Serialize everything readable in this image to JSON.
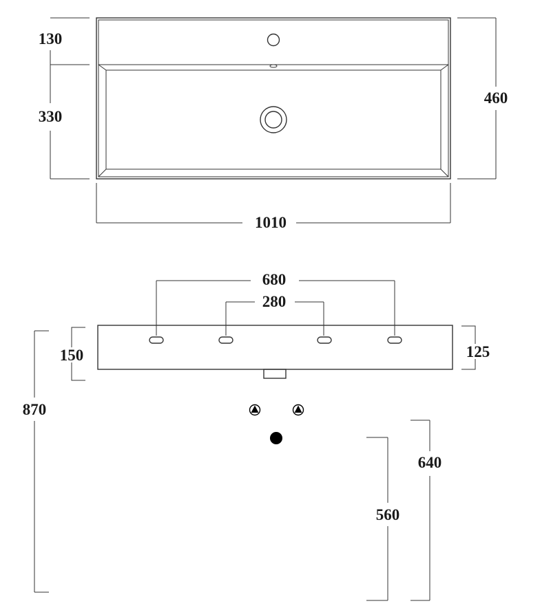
{
  "top_view": {
    "dimensions": {
      "deck_depth": "130",
      "bowl_depth": "330",
      "total_depth": "460",
      "total_width": "1010"
    }
  },
  "front_view": {
    "dimensions": {
      "outer_spacing": "680",
      "inner_spacing": "280",
      "basin_height": "150",
      "right_height": "125",
      "mount_height": "870",
      "water_supply_height": "640",
      "waste_height": "560"
    }
  },
  "colors": {
    "line": "#333333",
    "text": "#1a1a1a",
    "fill": "#000000"
  }
}
